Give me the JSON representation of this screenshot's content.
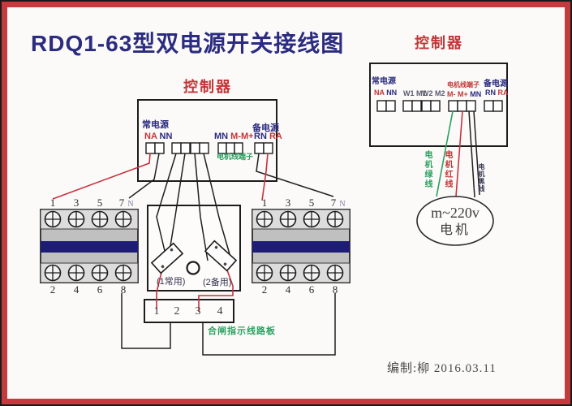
{
  "title": "RDQ1-63型双电源开关接线图",
  "credit": "编制:柳 2016.03.11",
  "controller_main": {
    "title": "控制器",
    "normal_power_label": "常电源",
    "na": "NA",
    "nn": "NN",
    "mn": "MN",
    "m_pair": "M-M+",
    "motor_terminal_label": "电机线端子",
    "backup_power_label": "备电源",
    "rn": "RN",
    "ra": "RA"
  },
  "controller_remote": {
    "title": "控制器",
    "normal_power_label": "常电源",
    "na": "NA",
    "nn": "NN",
    "w1m1": "W1 M1",
    "w2m2": "W2 M2",
    "motor_terminal_label": "电机线端子",
    "m_pair": "M- M+",
    "mn": "MN",
    "backup_power_label": "备电源",
    "rn": "RN",
    "ra": "RA"
  },
  "breakers": {
    "top": [
      "1",
      "3",
      "5",
      "7"
    ],
    "neutral": "N",
    "bottom": [
      "2",
      "4",
      "6",
      "8"
    ]
  },
  "transfer_switch": {
    "position1": "(1常用)",
    "position2": "(2备用)"
  },
  "terminal_strip": {
    "numbers": [
      "1",
      "2",
      "3",
      "4"
    ],
    "board_label": "合闸指示线路板"
  },
  "motor": {
    "rating": "m~220v",
    "name": "电机"
  },
  "wire_labels": {
    "green": "电机绿线",
    "red": "电机红线",
    "black": "电机黑线"
  },
  "colors": {
    "frame_red": "#c43b3d",
    "title_navy": "#2b2b80",
    "accent_red": "#c23537",
    "wire_red": "#c53240",
    "wire_green": "#2aa05f",
    "wire_black": "#222222",
    "breaker_band_navy": "#1d1d75"
  }
}
